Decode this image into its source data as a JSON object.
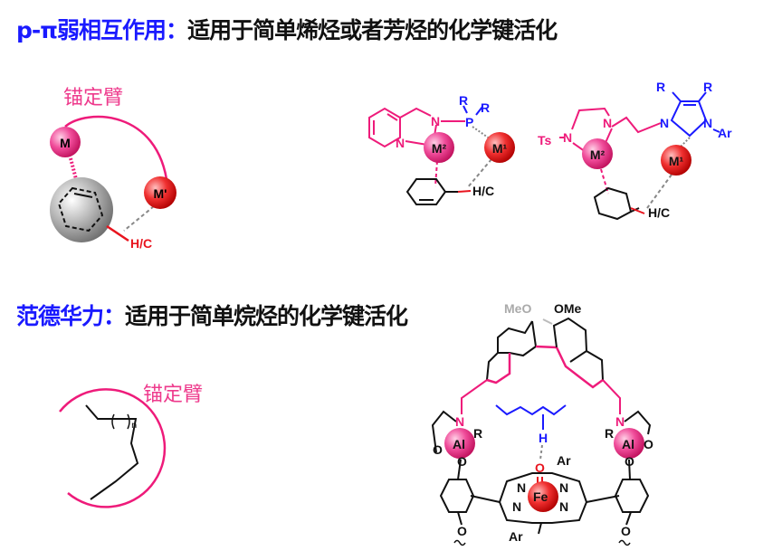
{
  "section1": {
    "title_highlight": "p-π弱相互作用：",
    "title_rest": "适用于简单烯烃或者芳烃的化学键活化",
    "anchor_label": "锚定臂",
    "cartoon": {
      "metal_a": "M",
      "metal_b": "M'",
      "bond": "H/C"
    },
    "ligand1": {
      "n_pyridine": "N",
      "n_amine": "N",
      "p": "P",
      "r1": "R",
      "r2": "R",
      "metal2": "M²",
      "metal1": "M¹",
      "bond": "H/C"
    },
    "ligand2": {
      "ts": "Ts",
      "n1": "N",
      "n2": "N",
      "n3": "N",
      "n4": "N",
      "ar": "Ar",
      "r1": "R",
      "r2": "R",
      "metal2": "M²",
      "metal1": "M¹",
      "bond": "H/C"
    }
  },
  "section2": {
    "title_highlight": "范德华力：",
    "title_rest": "适用于简单烷烃的化学键活化",
    "anchor_label": "锚定臂",
    "chain_subscript": "n",
    "complex": {
      "meo": "MeO",
      "ome": "OMe",
      "n_left": "N",
      "n_right": "N",
      "al_left": "Al",
      "al_right": "Al",
      "r_left": "R",
      "r_right": "R",
      "o_ring_left": "O",
      "o_ring_right": "O",
      "o_left": "O",
      "o_right": "O",
      "h": "H",
      "oxo": "O",
      "fe": "Fe",
      "ar_top": "Ar",
      "ar_bottom": "Ar",
      "pn1": "N",
      "pn2": "N",
      "pn3": "N",
      "pn4": "N",
      "o_bottom_left": "O",
      "o_bottom_right": "O"
    }
  },
  "colors": {
    "blue": "#1a1aff",
    "pink": "#ee1b7a",
    "red": "#e8141e",
    "gray": "#999999"
  }
}
